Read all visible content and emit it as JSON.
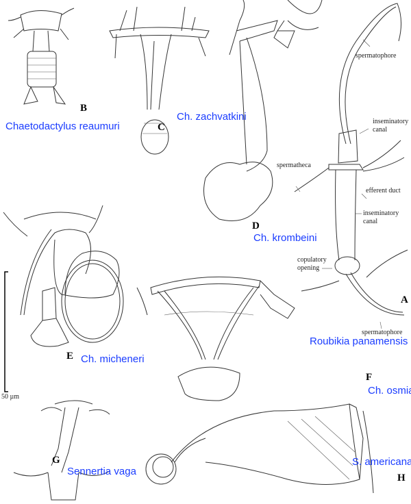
{
  "panels": [
    {
      "letter": "A",
      "species": "Roubikia panamensis"
    },
    {
      "letter": "B",
      "species": "Chaetodactylus reaumuri"
    },
    {
      "letter": "C",
      "species": "Ch. zachvatkini"
    },
    {
      "letter": "D",
      "species": "Ch. krombeini"
    },
    {
      "letter": "E",
      "species": "Ch. micheneri"
    },
    {
      "letter": "F",
      "species": "Ch. osmiae"
    },
    {
      "letter": "G",
      "species": "Sennertia vaga"
    },
    {
      "letter": "H",
      "species": "S. americana"
    }
  ],
  "annotations": {
    "spermatophore_top": "spermatophore",
    "inseminatory_canal_1": [
      "inseminatory",
      "canal"
    ],
    "spermatheca": "spermatheca",
    "efferent_duct": "efferent duct",
    "inseminatory_canal_2": [
      "inseminatory",
      "canal"
    ],
    "copulatory_opening": [
      "copulatory",
      "opening"
    ],
    "spermatophore_bottom": "spermatophore"
  },
  "scale_bar": {
    "label": "50 µm"
  }
}
